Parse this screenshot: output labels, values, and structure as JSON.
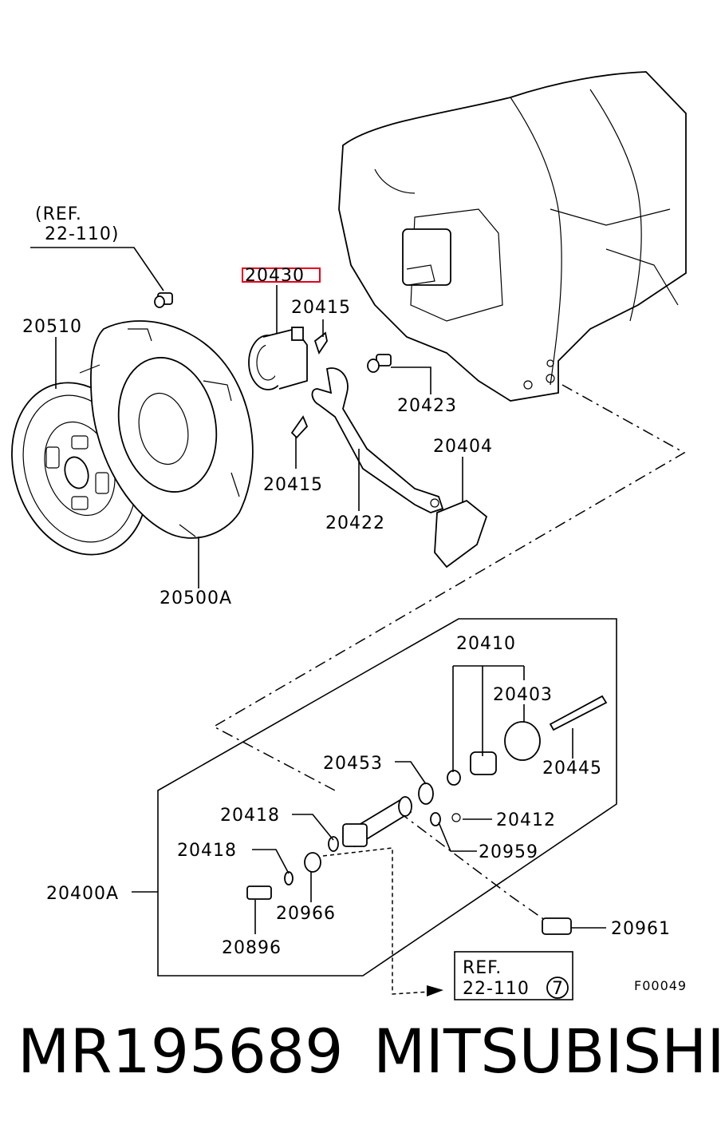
{
  "labels": {
    "ref_top_line1": "(REF.",
    "ref_top_line2": "22-110)",
    "p20510": "20510",
    "p20500A": "20500A",
    "p20430": "20430",
    "p20415_top": "20415",
    "p20415_bottom": "20415",
    "p20423": "20423",
    "p20404": "20404",
    "p20422": "20422",
    "p20410": "20410",
    "p20403": "20403",
    "p20445": "20445",
    "p20453": "20453",
    "p20412": "20412",
    "p20418_a": "20418",
    "p20418_b": "20418",
    "p20959": "20959",
    "p20400A": "20400A",
    "p20966": "20966",
    "p20896": "20896",
    "p20961": "20961",
    "ref_box_line1": "REF.",
    "ref_box_line2": "22-110",
    "ref_box_circle": "7",
    "figure_code": "F00049"
  },
  "highlight": {
    "part": "20430",
    "color": "#e8001c"
  },
  "footer": {
    "part_number": "MR195689",
    "brand": "MITSUBISHI"
  }
}
